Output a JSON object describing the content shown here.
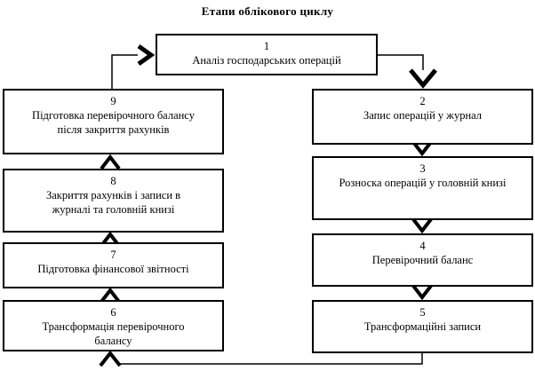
{
  "title": "Етапи облікового циклу",
  "boxes": [
    {
      "number": "1",
      "label": "Аналіз господарських операцій"
    },
    {
      "number": "2",
      "label": "Запис операцій у журнал"
    },
    {
      "number": "3",
      "label": "Розноска операцій у головній книзі"
    },
    {
      "number": "4",
      "label": "Перевірочний баланс"
    },
    {
      "number": "5",
      "label": "Трансформаційні записи"
    },
    {
      "number": "6",
      "label": "Трансформація перевірочного\nбалансу"
    },
    {
      "number": "7",
      "label": "Підготовка фінансової звітності"
    },
    {
      "number": "8",
      "label": "Закриття рахунків і записи в\nжурналі та головній книзі"
    },
    {
      "number": "9",
      "label": "Підготовка перевірочного балансу\nпісля закриття рахунків"
    }
  ],
  "colors": {
    "background": "#ffffff",
    "line": "#000000",
    "text": "#000000"
  }
}
